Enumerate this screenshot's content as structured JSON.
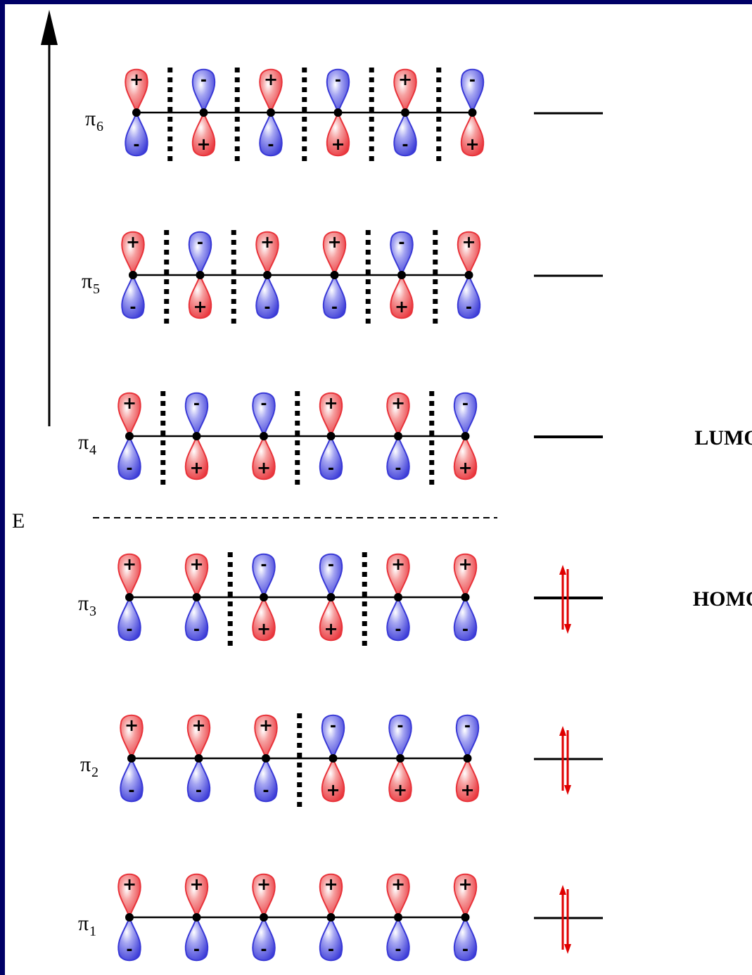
{
  "diagram": {
    "axis_label": "E",
    "colors": {
      "positive": "#e8333a",
      "negative": "#3939d6",
      "frame": "#000066",
      "electron_arrow": "#e00000"
    },
    "orbitals": [
      {
        "symbol": "π",
        "index": "6",
        "top_signs": [
          "+",
          "-",
          "+",
          "-",
          "+",
          "-"
        ],
        "electrons": 0,
        "tag": ""
      },
      {
        "symbol": "π",
        "index": "5",
        "top_signs": [
          "+",
          "-",
          "+",
          "+",
          "-",
          "+"
        ],
        "electrons": 0,
        "tag": ""
      },
      {
        "symbol": "π",
        "index": "4",
        "top_signs": [
          "+",
          "-",
          "-",
          "+",
          "+",
          "-"
        ],
        "electrons": 0,
        "tag": "LUMO"
      },
      {
        "symbol": "π",
        "index": "3",
        "top_signs": [
          "+",
          "+",
          "-",
          "-",
          "+",
          "+"
        ],
        "electrons": 2,
        "tag": "HOMO"
      },
      {
        "symbol": "π",
        "index": "2",
        "top_signs": [
          "+",
          "+",
          "+",
          "-",
          "-",
          "-"
        ],
        "electrons": 2,
        "tag": ""
      },
      {
        "symbol": "π",
        "index": "1",
        "top_signs": [
          "+",
          "+",
          "+",
          "+",
          "+",
          "+"
        ],
        "electrons": 2,
        "tag": ""
      }
    ]
  }
}
